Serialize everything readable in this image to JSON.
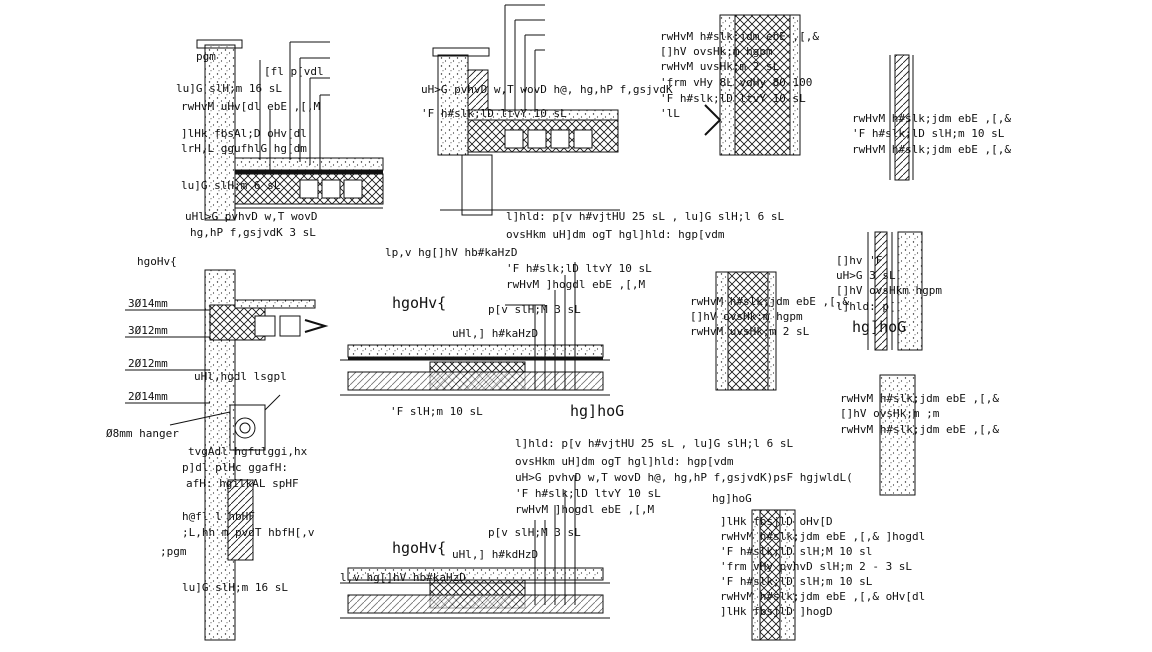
{
  "labels": {
    "tl_1": "pgm",
    "tl_2": "lu]G slH;m   16   sL",
    "tl_3": "rwHvM  uHv[dl  ebE ,[,M",
    "tl_4": "]lHk  fbsAl;D  oHv[dl",
    "tl_5": "lrH,L  ggufhlG  hg[dm",
    "tl_6": "lu]G  slH;m   6  sL",
    "tl_7": "uHl>G  pvhvD  w,T  wovD",
    "tl_8": "hg,hP  f,gsjvdK   3   sL",
    "tl_9": "[fl p[vdl",
    "tm_1": "uH>G pvhvD w,T wovD h@, hg,hP f,gsjvdK",
    "tm_2": "'F h#slk;lD ltvY 10 sL",
    "tr_1": "rwHvM h#slk;jdm ebE ,[,&",
    "tr_2": "[]hV ovsHk;m  hgpm",
    "tr_3": "rwHvM uvsHk;m  2  sL",
    "tr_4": "'frm  vHy  8L  vdHy   80     100",
    "tr_5": "'F h#slk;lD ltvY  10  sL",
    "tr_6": "'lL",
    "fr_1": "rwHvM h#slk;jdm ebE ,[,&",
    "fr_2": "'F h#slk;lD slH;m   10  sL",
    "fr_3": "rwHvM h#slk;jdm ebE ,[,&",
    "mid_1": "l]hld:  p[v h#vjtHU    25  sL  , lu]G slH;l  6 sL",
    "mid_2": "ovsHkm  uH]dm  ogT  hgl]hld:  hgp[vdm",
    "mid_3": "lp,v hg[]hV hb#kaHzD",
    "mid_4": "'F h#slk;lD ltvY  10  sL",
    "mid_5": "rwHvM  ]hogdl  ebE ,[,M",
    "mid_6": "p[v slH;M   3   sL",
    "mid_7": "uHl,] h#kaHzD",
    "mid_8": "'F slH;m   10   sL",
    "sec1_title": "hgoHv{",
    "sec1_sub": "hg]hoG",
    "left_title": "hgoHv{",
    "bar1": "3Ø14mm",
    "bar2": "3Ø12mm",
    "bar3": "2Ø12mm",
    "bar4": "2Ø14mm",
    "hanger": "Ø8mm hanger",
    "l_1": "uHl,hgdl lsgpl",
    "l_2": "tvgAdl  hgfulggi,hx",
    "l_3": "p]dl  plHc   ggafH:",
    "l_4": "afH:  hgilkAL spHF",
    "l_5": "h@fl   l   hbHF",
    "l_6": ";L,hh  m  pvdT hbfH[,v",
    "l_7": ";pgm",
    "l_8": "lu]G slH;m   16   sL",
    "mr_1": "rwHvM h#slk;jdm ebE ,[,&",
    "mr_2": "[]hV ovsHk;m  hgpm",
    "mr_3": "rwHvM uvsHk;m  2  sL",
    "wr_1": "[]hv 'F",
    "wr_2": "uH>G   3   sL",
    "wr_3": "[]hV ovsHkm  hgpm",
    "wr_4": "l]hld:  p[",
    "wr_title": "hg]hoG",
    "w3_1": "rwHvM h#slk;jdm ebE ,[,&",
    "w3_2": "[]hV ovsHk;m  ;m",
    "w3_3": "rwHvM h#slk;jdm ebE ,[,&",
    "b_1": "l]hld:  p[v h#vjtHU    25   sL   , lu]G slH;l   6 sL",
    "b_2": "ovsHkm  uH]dm  ogT  hgl]hld:  hgp[vdm",
    "b_3": "uH>G  pvhvD  w,T  wovD  h@,  hg,hP  f,gsjvdK)psF  hgjwldL(",
    "b_4": "'F  h#slk;lD  ltvY   10   sL",
    "b_5": "rwHvM  ]hogdl  ebE ,[,M",
    "b_6": "p[v slH;M   3   sL",
    "b_7": "uHl,] h#kdHzD",
    "b_8": "l,v hg[]hV hb#kaHzD",
    "sec2_title": "hgoHv{",
    "br_title": "hg]hoG",
    "br_1": "]lHk  fbsjlD  oHv[D",
    "br_2": "rwHvM  h#slk;jdm  ebE ,[,&  ]hogdl",
    "br_3": "'F  h#slk;lD  slH;M        10     sl",
    "br_4": "'frm  vHy  pvhvD  slH;m   2  -  3  sL",
    "br_5": "'F  h#slk;lD  slH;m      10   sL",
    "br_6": "rwHvM  h#slk;jdm  ebE ,[,&  oHv[dl",
    "br_7": "]lHk  fbsjlD  ]hogD"
  }
}
